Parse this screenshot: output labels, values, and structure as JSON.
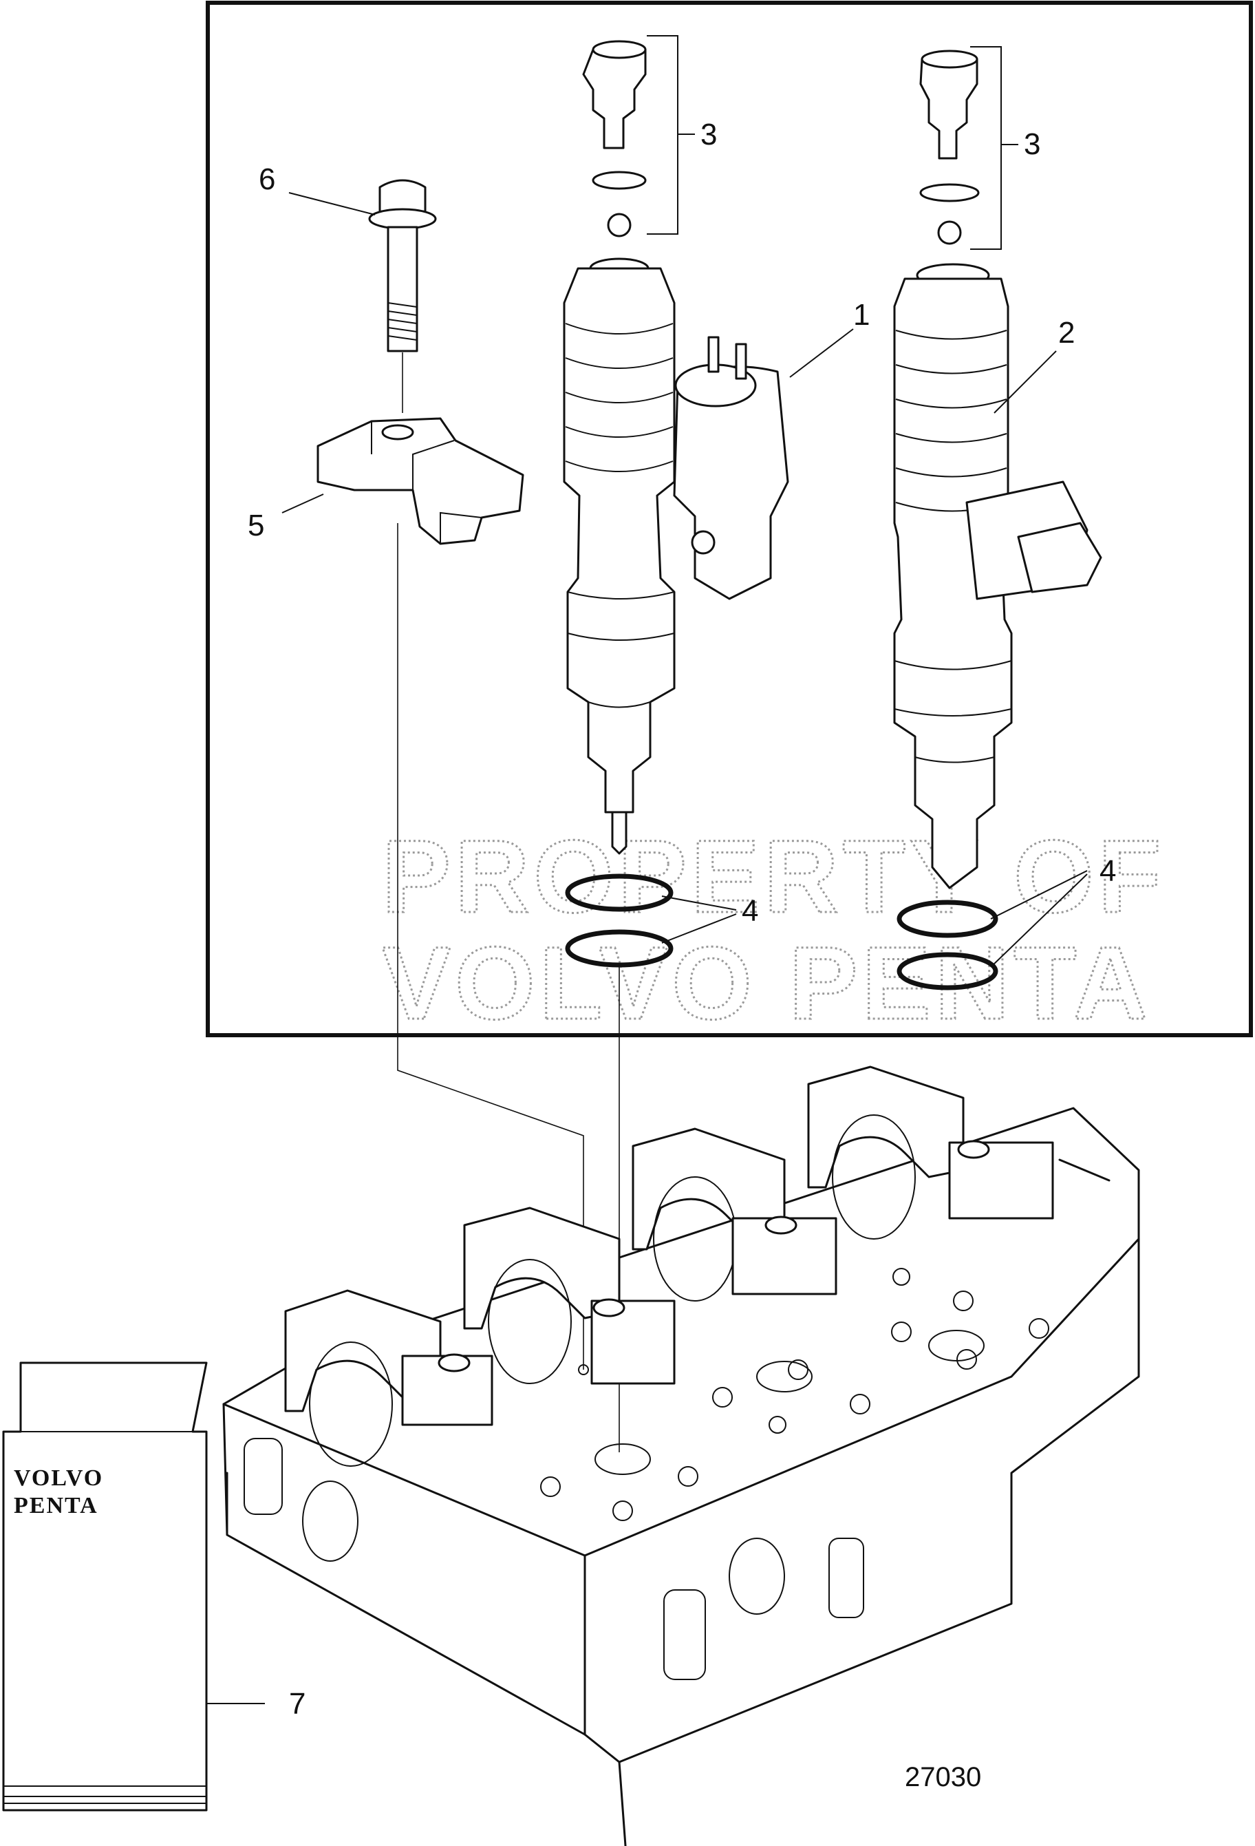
{
  "diagram": {
    "callouts": [
      {
        "id": "1",
        "label": "1"
      },
      {
        "id": "2",
        "label": "2"
      },
      {
        "id": "3a",
        "label": "3"
      },
      {
        "id": "3b",
        "label": "3"
      },
      {
        "id": "4a",
        "label": "4"
      },
      {
        "id": "4b",
        "label": "4"
      },
      {
        "id": "5",
        "label": "5"
      },
      {
        "id": "6",
        "label": "6"
      },
      {
        "id": "7",
        "label": "7"
      }
    ],
    "watermark": {
      "line1": "PROPERTY OF",
      "line2": "VOLVO PENTA"
    },
    "logo_text": {
      "line1": "VOLVO",
      "line2": "PENTA"
    },
    "figure_number": "27030"
  }
}
